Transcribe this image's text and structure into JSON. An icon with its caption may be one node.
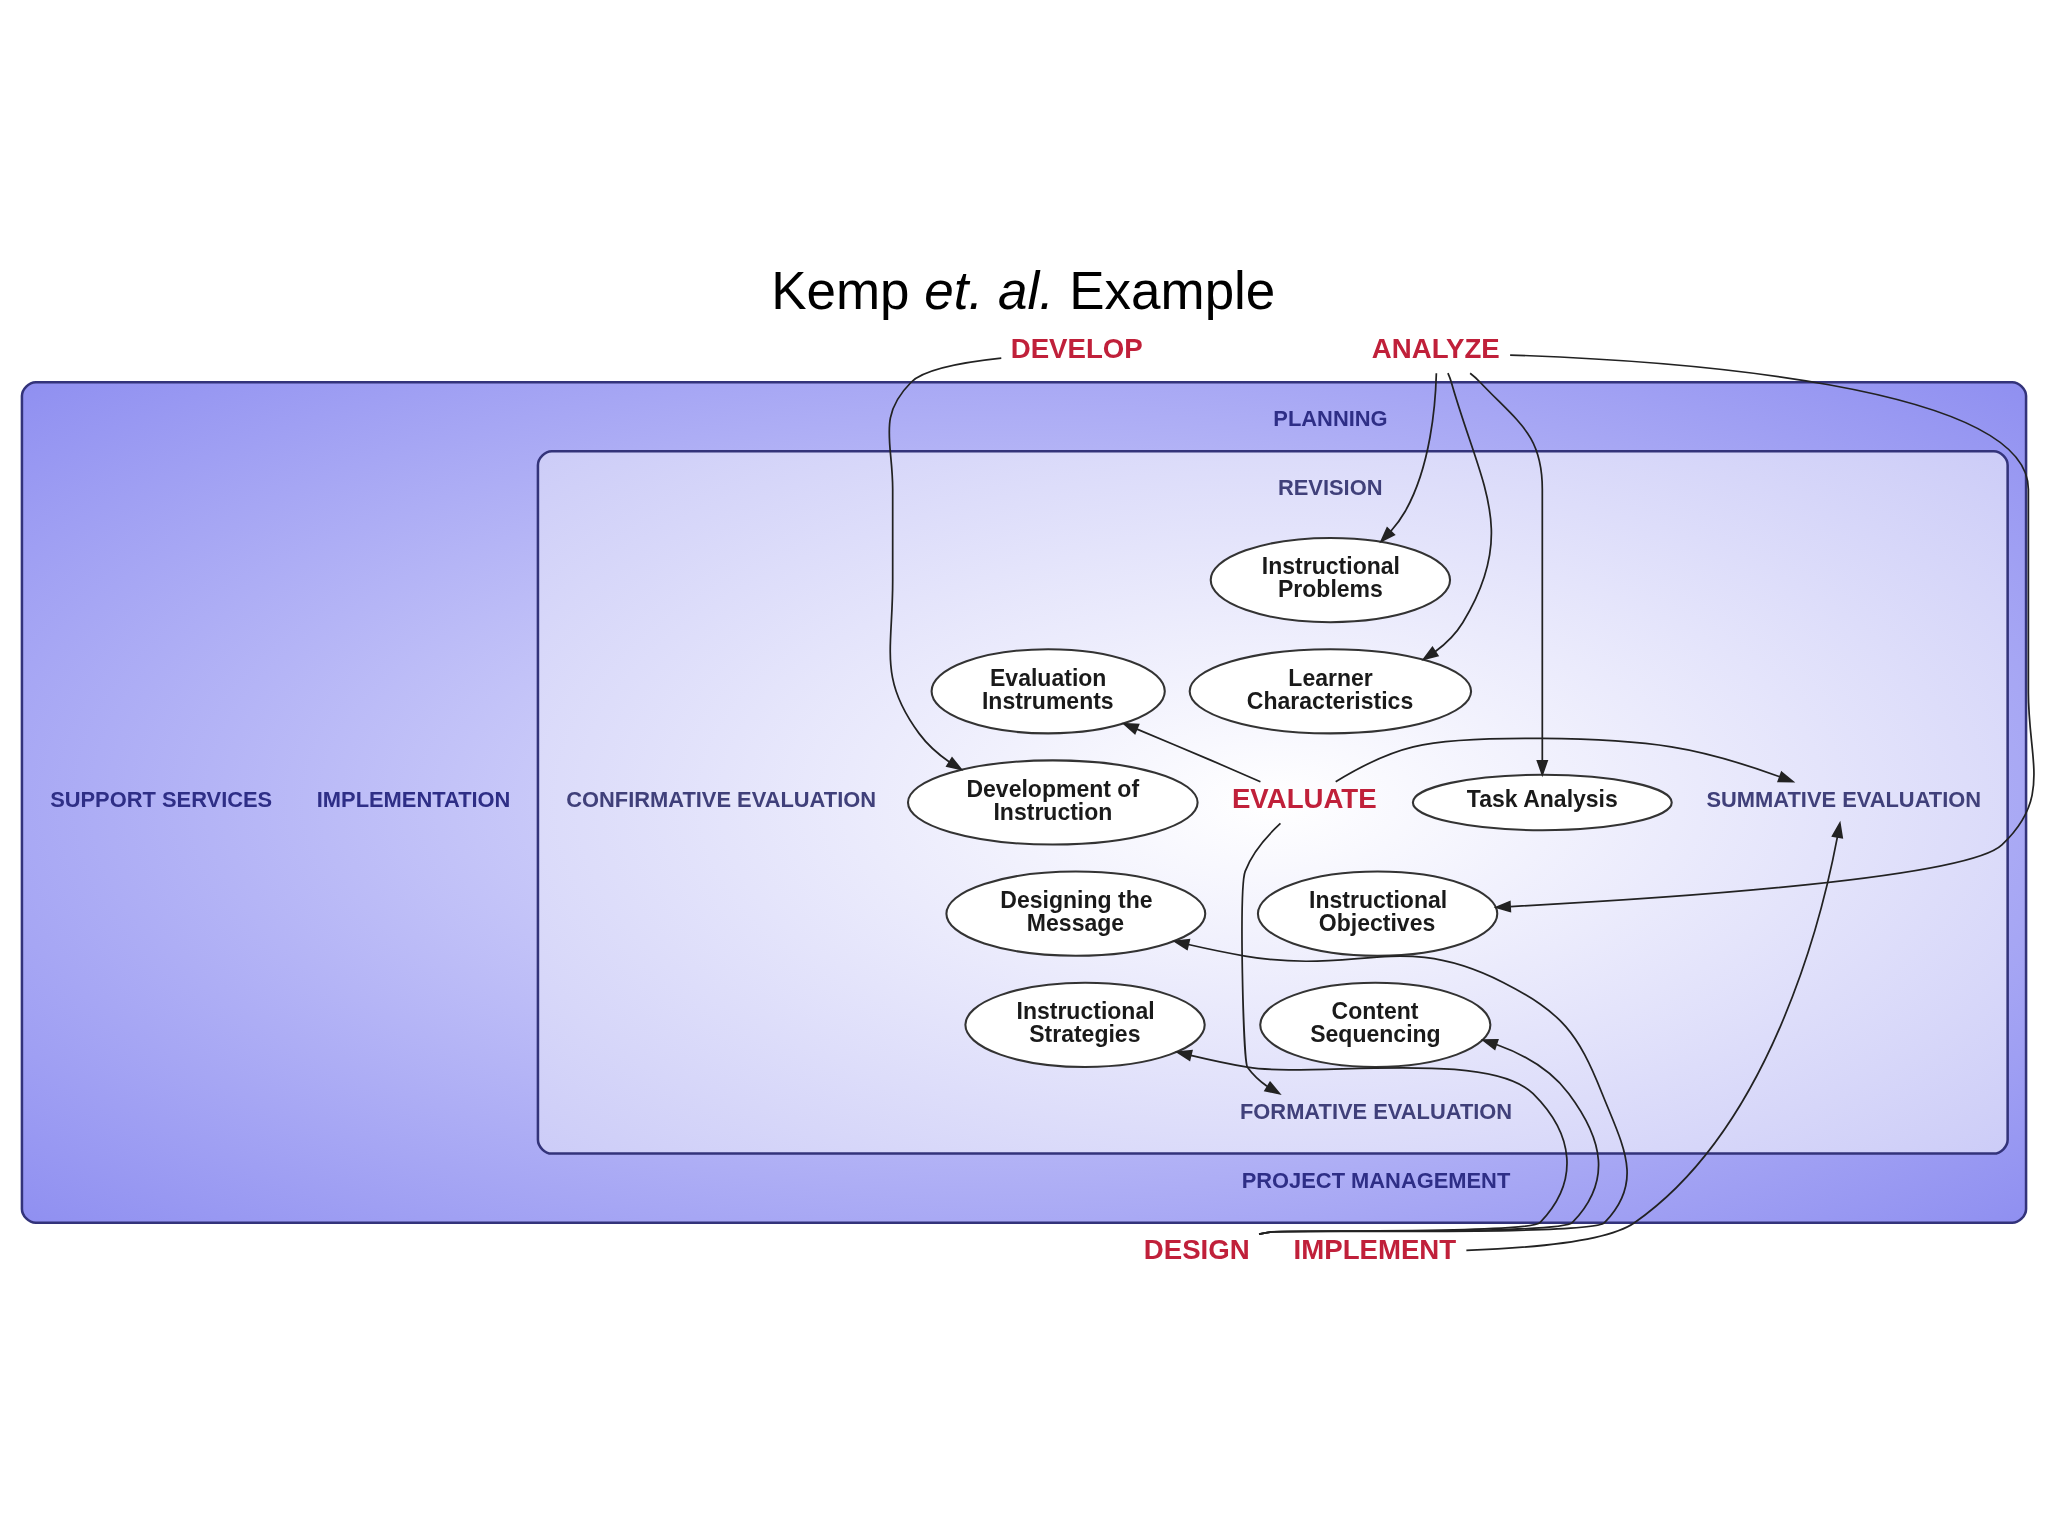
{
  "diagram": {
    "title": "Kemp *et. al.* Example",
    "nodes": [
      {
        "text": [
          "ANALYZE"
        ]
      },
      {
        "text": [
          "DEVELOP"
        ]
      },
      {
        "text": [],
        "shape": "ellipse"
      },
      {
        "text": [
          "PLANNING"
        ],
        "in": 2
      },
      {
        "text": [
          "SUPPORT SERVICES"
        ],
        "in": 2
      },
      {
        "text": [
          "IMPLEMENTATION"
        ],
        "in": 2
      },
      {
        "text": [
          "PROJECT MANAGEMENT"
        ],
        "in": 2
      },
      {
        "text": [],
        "shape": "ellipse",
        "in": 2
      },
      {
        "text": [
          "REVISION"
        ],
        "in": 7
      },
      {
        "text": [
          "CONFIRMATIVE EVALUATION"
        ],
        "in": 7
      },
      {
        "text": [
          "SUMMATIVE EVALUATION"
        ],
        "in": 7
      },
      {
        "text": [
          "FORMATIVE EVALUATION"
        ],
        "in": 7
      },
      {
        "text": [
          "Instructional Problems"
        ],
        "in": 7
      },
      {
        "text": [
          "Evaluation Instruments"
        ],
        "in": 7
      },
      {
        "text": [
          "Learner Characteristics"
        ],
        "in": 7
      },
      {
        "text": [
          "Development of Instruction"
        ],
        "in": 7
      },
      {
        "text": [
          "Task Analysis"
        ],
        "in": 7
      },
      {
        "text": [
          "EVALUATE"
        ],
        "in": 7
      },
      {
        "text": [
          "Designing the Message"
        ],
        "in": 7
      },
      {
        "text": [
          "Instructional Objectives"
        ],
        "in": 7
      },
      {
        "text": [
          "Instructional Strategies"
        ],
        "in": 7
      },
      {
        "text": [
          "Content Sequencing"
        ],
        "in": 7
      },
      {
        "text": [
          "DESIGN"
        ]
      },
      {
        "text": [
          "IMPLEMENT"
        ]
      }
    ],
    "edges": [
      {
        "from": 0,
        "to": 12,
        "arrow": "to"
      },
      {
        "from": 0,
        "to": 14,
        "arrow": "to"
      },
      {
        "from": 0,
        "to": 16,
        "arrow": "to"
      },
      {
        "from": 0,
        "to": 19,
        "arrow": "to"
      },
      {
        "from": 1,
        "to": 15,
        "arrow": "to"
      },
      {
        "from": 17,
        "to": 13,
        "arrow": "to"
      },
      {
        "from": 17,
        "to": 10,
        "arrow": "to"
      },
      {
        "from": 17,
        "to": 11,
        "arrow": "to"
      },
      {
        "from": 22,
        "to": 18,
        "arrow": "to"
      },
      {
        "from": 22,
        "to": 20,
        "arrow": "to"
      },
      {
        "from": 22,
        "to": 21,
        "arrow": "to"
      },
      {
        "from": 23,
        "to": 10,
        "arrow": "to"
      }
    ]
  }
}
